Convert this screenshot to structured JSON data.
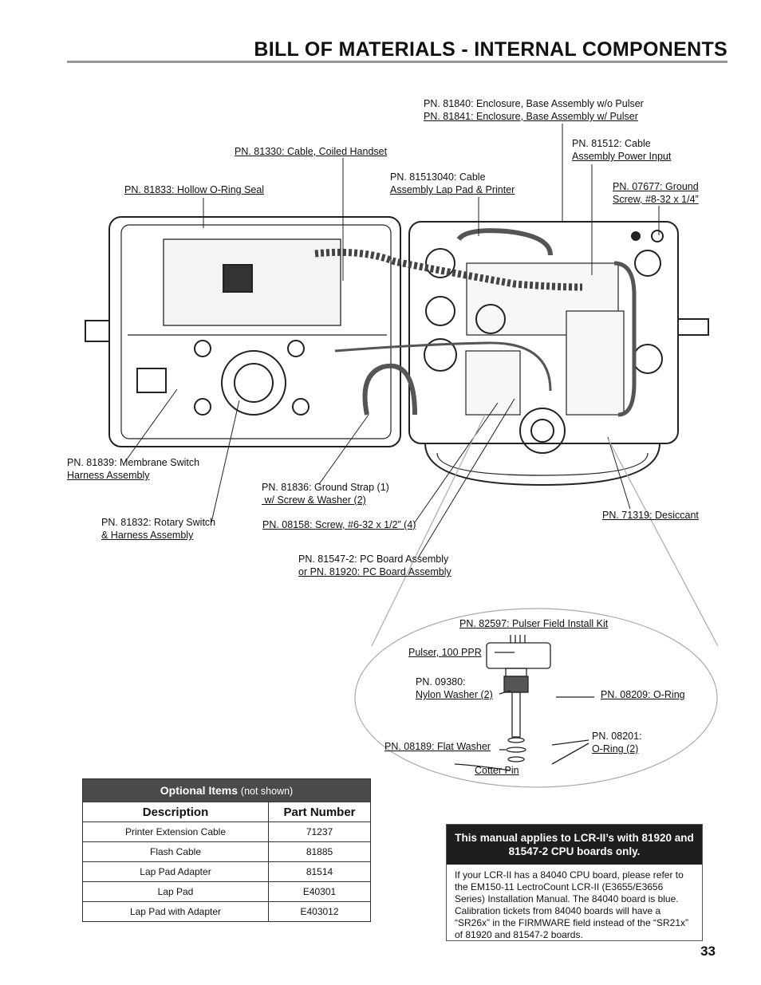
{
  "page_title": "BILL OF MATERIALS - INTERNAL COMPONENTS",
  "page_number": "33",
  "labels": {
    "enclosure_1": "PN. 81840: Enclosure, Base Assembly w/o Pulser",
    "enclosure_2": "PN. 81841: Enclosure, Base Assembly w/ Pulser",
    "coiled_handset": "PN. 81330: Cable, Coiled Handset",
    "cable_power_1": "PN. 81512: Cable",
    "cable_power_2": "Assembly Power Input",
    "cable_lap_1": "PN. 81513040: Cable",
    "cable_lap_2": "Assembly Lap Pad & Printer",
    "ground_screw_1": "PN. 07677: Ground",
    "ground_screw_2": "Screw, #8-32 x 1/4”",
    "oring_seal": "PN. 81833: Hollow O-Ring Seal",
    "membrane_1": "PN. 81839: Membrane Switch",
    "membrane_2": "Harness Assembly",
    "ground_strap_1": "PN. 81836: Ground Strap (1)",
    "ground_strap_2": " w/ Screw & Washer (2)",
    "rotary_1": "PN. 81832: Rotary Switch",
    "rotary_2": "& Harness Assembly",
    "screw_4": "PN. 08158: Screw, #6-32 x 1/2” (4)",
    "desiccant": "PN. 71319: Desiccant",
    "pcb_1": "PN. 81547-2: PC Board Assembly",
    "pcb_2": "or PN. 81920: PC Board Assembly",
    "pulser_kit": "PN. 82597: Pulser Field Install Kit",
    "pulser_100": "Pulser, 100 PPR",
    "nylon_1": "PN. 09380:",
    "nylon_2": "Nylon Washer (2)",
    "oring_08209": "PN. 08209: O-Ring",
    "oring_08201_1": "PN. 08201:",
    "oring_08201_2": "O-Ring (2)",
    "flat_washer": "PN. 08189: Flat Washer",
    "cotter_pin": "Cotter Pin"
  },
  "optional_items": {
    "title": "Optional Items",
    "subtitle": "(not shown)",
    "columns": [
      "Description",
      "Part Number"
    ],
    "rows": [
      [
        "Printer Extension Cable",
        "71237"
      ],
      [
        "Flash Cable",
        "81885"
      ],
      [
        "Lap Pad Adapter",
        "81514"
      ],
      [
        "Lap Pad",
        "E40301"
      ],
      [
        "Lap Pad with Adapter",
        "E403012"
      ]
    ]
  },
  "notice": {
    "heading": "This manual applies to LCR-II’s with 81920 and 81547-2 CPU boards only.",
    "body": "If your LCR-II has a 84040 CPU board, please refer to the EM150-11 LectroCount LCR-II (E3655/E3656 Series) Installation Manual. The 84040 board is blue. Calibration tickets from 84040 boards will have a  “SR26x” in the FIRMWARE field instead of the “SR21x” of 81920 and 81547-2 boards."
  }
}
